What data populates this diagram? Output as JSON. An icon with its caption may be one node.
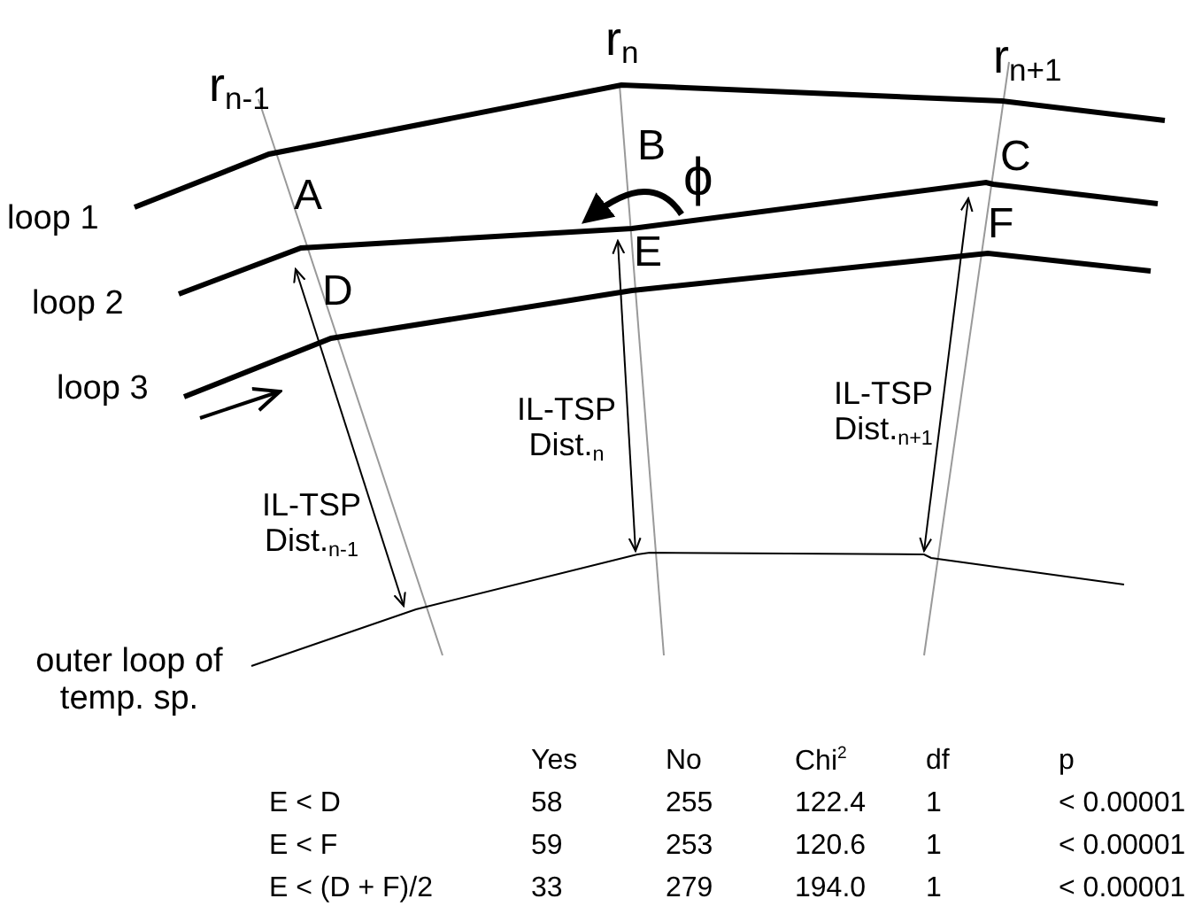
{
  "diagram": {
    "labels": [
      "r$_{n-1}$",
      "r$_{n}$",
      "r$_{n+1}$",
      "B",
      "C",
      "ϕ",
      "A",
      "loop 1",
      "F",
      "E",
      "loop 2",
      "D",
      "loop 3",
      "IL-TSP Dist.$_{n}$",
      "IL-TSP Dist.$_{n+1}$",
      "IL-TSP Dist.$_{n-1}$",
      "outer loop of temp. sp.",
      "Yes",
      "No",
      "Chi$^{2}$",
      "df",
      "p",
      "E < D",
      "58",
      "255",
      "122.4",
      "1",
      "< 0.00001",
      "E < F",
      "59",
      "253",
      "120.6",
      "1",
      "< 0.00001",
      "E < (D + F)/2",
      "33",
      "279",
      "194.0",
      "1",
      "< 0.00001"
    ]
  }
}
